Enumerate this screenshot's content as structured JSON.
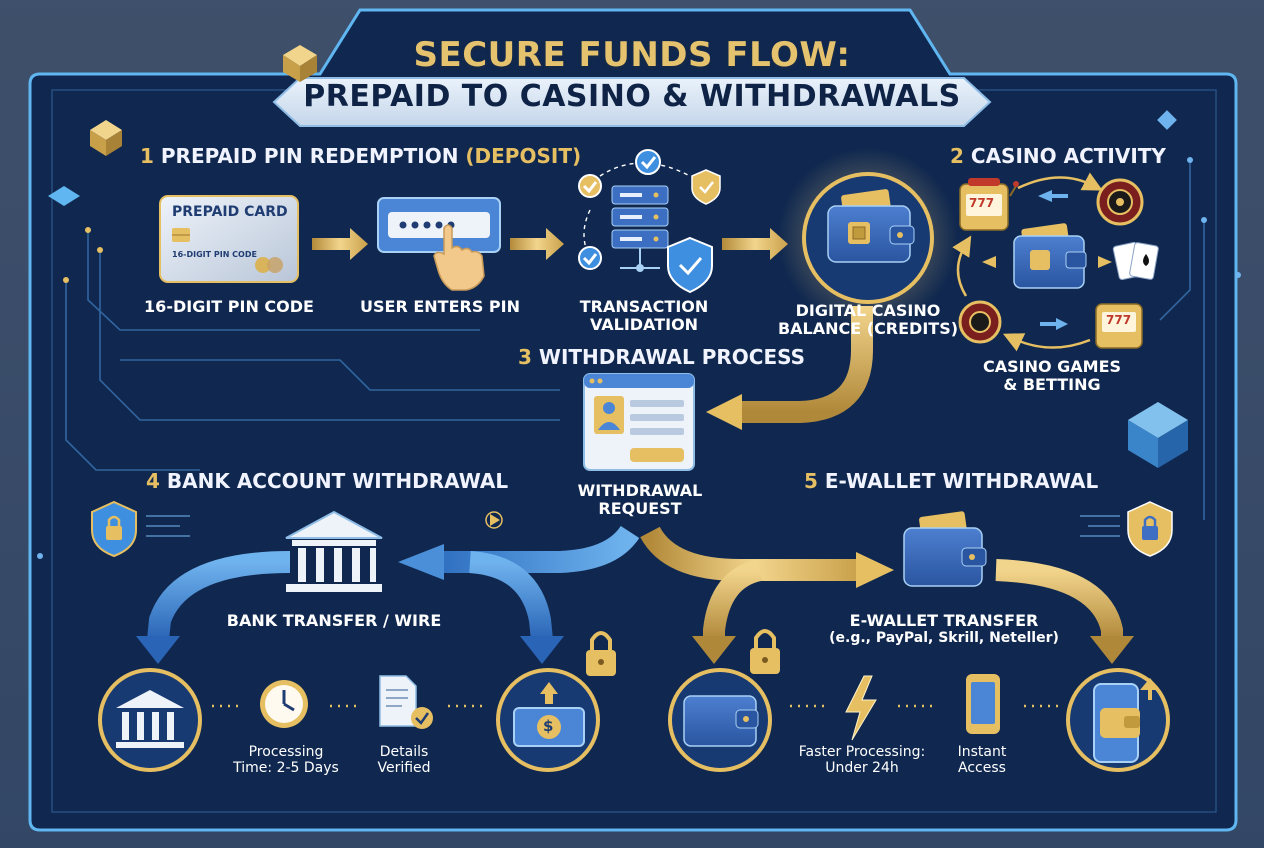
{
  "title": {
    "line1": "SECURE FUNDS FLOW:",
    "line2": "PREPAID TO CASINO & WITHDRAWALS"
  },
  "steps": {
    "s1": {
      "num": "1",
      "text": "PREPAID PIN REDEMPTION",
      "paren": "(DEPOSIT)"
    },
    "s2": {
      "num": "2",
      "text": "CASINO ACTIVITY"
    },
    "s3": {
      "num": "3",
      "text": "WITHDRAWAL PROCESS"
    },
    "s4": {
      "num": "4",
      "text": "BANK ACCOUNT WITHDRAWAL"
    },
    "s5": {
      "num": "5",
      "text": "E-WALLET WITHDRAWAL"
    }
  },
  "prepaid_card": {
    "title": "PREPAID CARD",
    "subtitle": "16-DIGIT PIN CODE",
    "label": "16-DIGIT PIN CODE"
  },
  "nodes": {
    "user_enters_pin": "USER ENTERS PIN",
    "transaction_validation_1": "TRANSACTION",
    "transaction_validation_2": "VALIDATION",
    "casino_balance_1": "DIGITAL CASINO",
    "casino_balance_2": "BALANCE (CREDITS)",
    "casino_games_1": "CASINO GAMES",
    "casino_games_2": "& BETTING",
    "withdrawal_request_1": "WITHDRAWAL",
    "withdrawal_request_2": "REQUEST",
    "bank_transfer": "BANK TRANSFER / WIRE",
    "ewallet_transfer_1": "E-WALLET TRANSFER",
    "ewallet_transfer_2": "(e.g., PayPal, Skrill, Neteller)",
    "processing_time_1": "Processing",
    "processing_time_2": "Time: 2-5 Days",
    "details_verified_1": "Details",
    "details_verified_2": "Verified",
    "faster_processing_1": "Faster Processing:",
    "faster_processing_2": "Under 24h",
    "instant_access_1": "Instant",
    "instant_access_2": "Access"
  },
  "pin_field": {
    "mask": "•••••"
  },
  "slot_reels": "777",
  "money_symbol": "$",
  "colors": {
    "gold": "#e6bf62",
    "blue_arrow": "#4a8fd8",
    "panel_border": "#5fb6f0",
    "background": "#112c55"
  }
}
